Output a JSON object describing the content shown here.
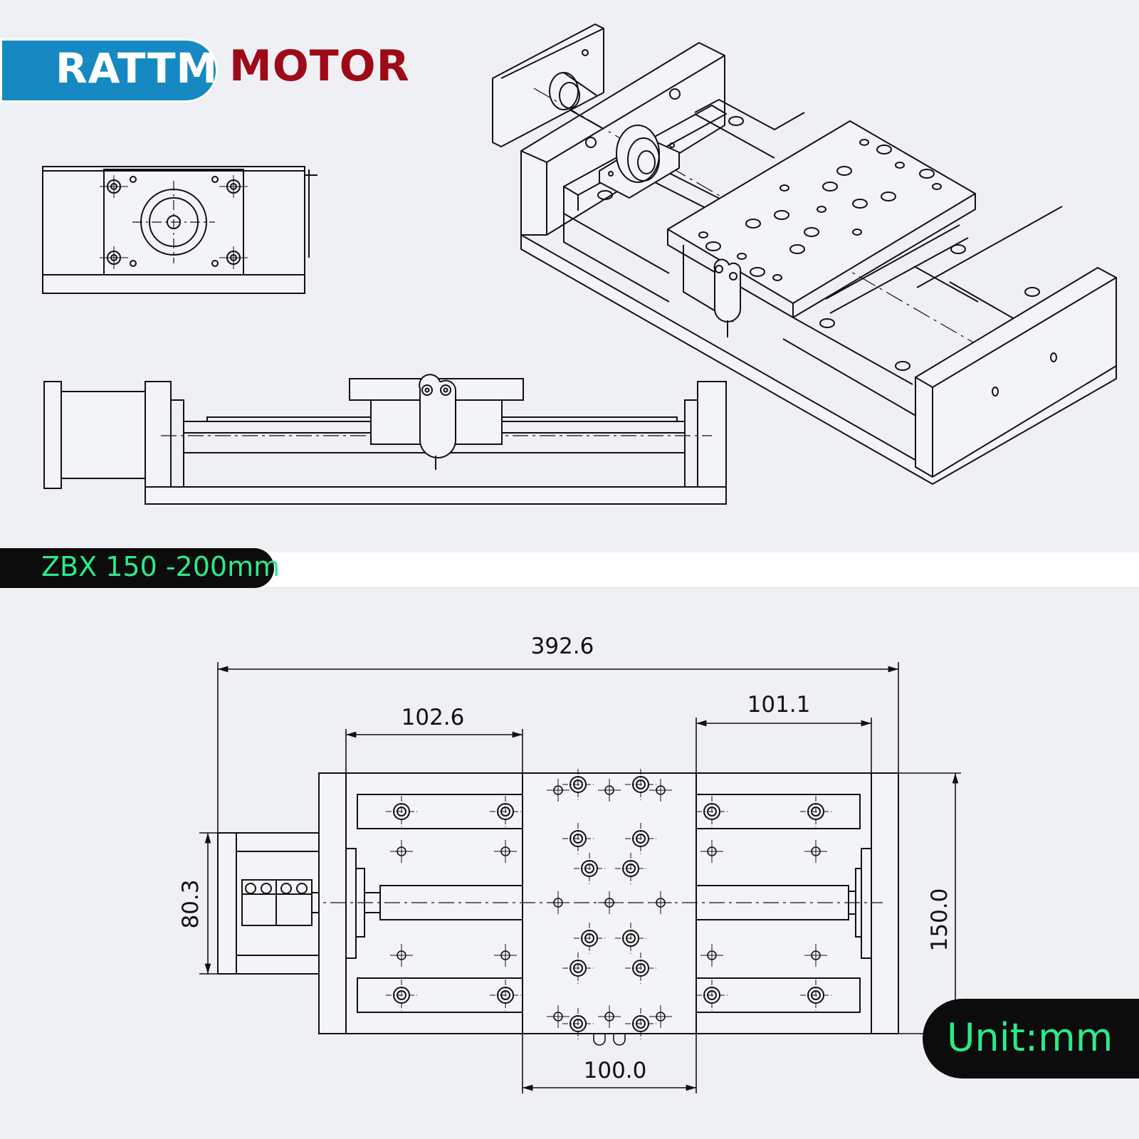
{
  "brand": {
    "name": "RATTM",
    "suffix": "MOTOR",
    "colors": {
      "rattm_bg": "#1689c2",
      "motor_text": "#9e0b18"
    }
  },
  "model_title": "ZBX 150 -200mm",
  "unit_label": "Unit:mm",
  "dimensions": {
    "overall_length": "392.6",
    "left_segment": "102.6",
    "right_segment": "101.1",
    "carriage_width": "100.0",
    "motor_height": "80.3",
    "overall_width": "150.0"
  },
  "accent_color": "#2bea8a"
}
